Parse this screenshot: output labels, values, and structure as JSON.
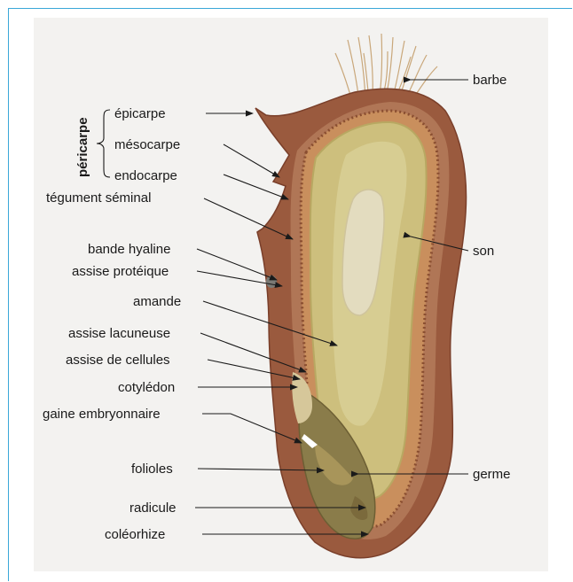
{
  "labels": {
    "barbe": "barbe",
    "pericarpe": "péricarpe",
    "epicarpe": "épicarpe",
    "mesocarpe": "mésocarpe",
    "endocarpe": "endocarpe",
    "tegument": "tégument séminal",
    "bande": "bande hyaline",
    "assise_proteique": "assise protéique",
    "amande": "amande",
    "assise_lacuneuse": "assise lacuneuse",
    "assise_cellules": "assise de cellules",
    "cotyledon": "cotylédon",
    "gaine": "gaine embryonnaire",
    "folioles": "folioles",
    "radicule": "radicule",
    "coleorhize": "coléorhize",
    "son": "son",
    "germe": "germe"
  }
}
